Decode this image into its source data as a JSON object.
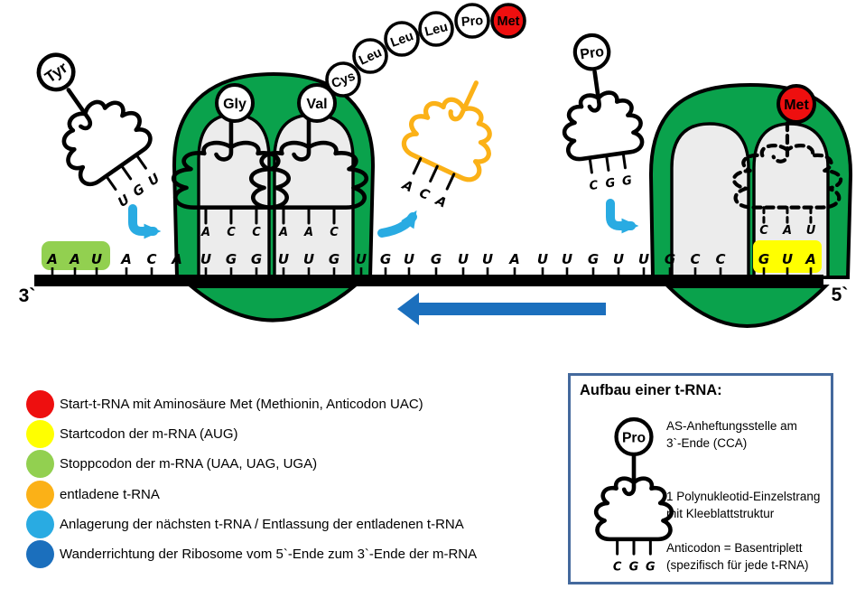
{
  "labels": {
    "three_prime": "3`",
    "five_prime": "5`"
  },
  "mrna_letters": [
    "A",
    "A",
    "U",
    "A",
    "C",
    "A",
    "U",
    "G",
    "G",
    "U",
    "U",
    "G",
    "U",
    "G",
    "U",
    "G",
    "U",
    "U",
    "A",
    "U",
    "U",
    "G",
    "U",
    "U",
    "G",
    "C",
    "C",
    "G",
    "U",
    "A"
  ],
  "codons": {
    "stop_codon_highlighted": "AAU",
    "start_codon_highlighted": "GUA"
  },
  "trna": {
    "tyr": {
      "amino": "Tyr",
      "a1": "U",
      "a2": "G",
      "a3": "U"
    },
    "gly": {
      "amino": "Gly",
      "a1": "A",
      "a2": "C",
      "a3": "C"
    },
    "val": {
      "amino": "Val",
      "a1": "A",
      "a2": "A",
      "a3": "C"
    },
    "unloaded": {
      "a1": "A",
      "a2": "C",
      "a3": "A"
    },
    "pro": {
      "amino": "Pro",
      "a1": "C",
      "a2": "G",
      "a3": "G"
    },
    "met": {
      "amino": "Met",
      "a1": "C",
      "a2": "A",
      "a3": "U"
    }
  },
  "peptide_chain": {
    "c1": "Cys",
    "c2": "Leu",
    "c3": "Leu",
    "c4": "Leu",
    "c5": "Pro",
    "c6": "Met"
  },
  "legend": {
    "items": [
      {
        "color": "#ee0f0f",
        "label": "Start-t-RNA mit Aminosäure Met (Methionin, Anticodon UAC)"
      },
      {
        "color": "#ffff00",
        "label": "Startcodon der m-RNA (AUG)"
      },
      {
        "color": "#92d050",
        "label": "Stoppcodon der m-RNA (UAA, UAG, UGA)"
      },
      {
        "color": "#fbb117",
        "label": "entladene t-RNA"
      },
      {
        "color": "#29abe2",
        "label": "Anlagerung der nächsten t-RNA / Entlassung der entladenen t-RNA"
      },
      {
        "color": "#1b6fbd",
        "label": "Wanderrichtung der Ribosome vom 5`-Ende zum 3`-Ende der m-RNA"
      }
    ]
  },
  "info_box": {
    "title": "Aufbau einer t-RNA:",
    "amino": "Pro",
    "a1": "C",
    "a2": "G",
    "a3": "G",
    "note1": "AS-Anheftungsstelle am\n3`-Ende (CCA)",
    "note2": "1 Polynukleotid-Einzelstrang\nmit Kleeblattstruktur",
    "note3": "Anticodon = Basentriplett\n(spezifisch für jede t-RNA)"
  },
  "colors": {
    "ribosome_green": "#0aa24c",
    "stop_codon_green": "#92d050",
    "start_codon_yellow": "#ffff00",
    "start_trna_red": "#ee0f0f",
    "unloaded_trna_orange": "#fbb117",
    "attach_arrow_blue": "#29abe2",
    "movement_arrow_blue": "#1b6fbd",
    "info_box_border": "#44699d"
  }
}
